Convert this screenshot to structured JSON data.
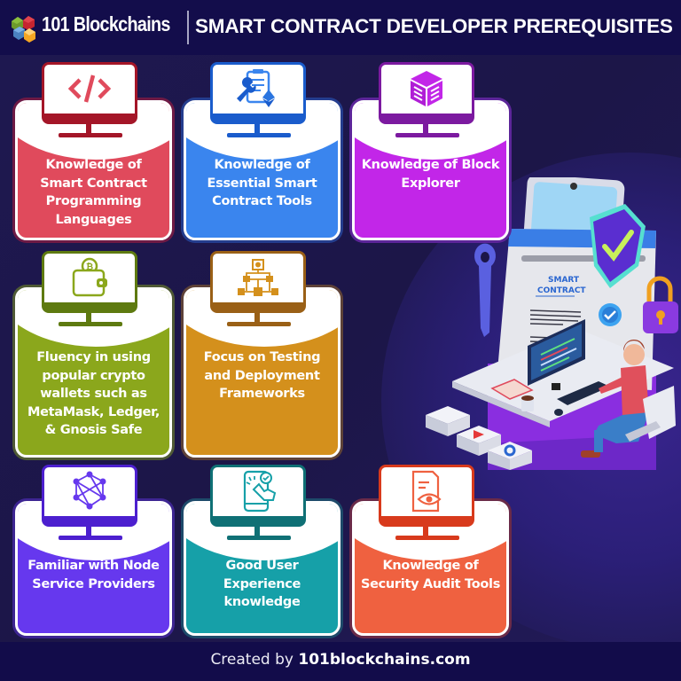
{
  "header": {
    "brand": "101 Blockchains",
    "title": "SMART CONTRACT DEVELOPER PREREQUISITES",
    "logo_colors": [
      "#6c9a2c",
      "#c62530",
      "#4a82c0",
      "#f5a623"
    ]
  },
  "cards": [
    {
      "text": "Knowledge of Smart Contract Programming Languages",
      "icon": "code-icon",
      "fill": "#e04a5c",
      "dark": "#a41628",
      "outer": "#6e1a45"
    },
    {
      "text": "Knowledge of Essential Smart Contract Tools",
      "icon": "tools-ethereum-icon",
      "fill": "#3a85ee",
      "dark": "#1a5ccc",
      "outer": "#243d8e"
    },
    {
      "text": "Knowledge of Block Explorer",
      "icon": "block-cube-icon",
      "fill": "#c226e8",
      "dark": "#7c1aa0",
      "outer": "#5c2599"
    },
    {
      "text": "Fluency in using popular crypto wallets such as MetaMask, Ledger, & Gnosis Safe",
      "icon": "bitcoin-wallet-icon",
      "fill": "#8ba71c",
      "dark": "#5e7a10",
      "outer": "#4f5a35"
    },
    {
      "text": "Focus on Testing and Deployment Frameworks",
      "icon": "framework-flowchart-icon",
      "fill": "#d4901c",
      "dark": "#9a6016",
      "outer": "#5e4238"
    },
    {
      "text": "Familiar with Node Service Providers",
      "icon": "node-network-icon",
      "fill": "#6638ee",
      "dark": "#4c1fcf",
      "outer": "#3d2592"
    },
    {
      "text": "Good User Experience knowledge",
      "icon": "touch-phone-icon",
      "fill": "#16a0a8",
      "dark": "#0f7075",
      "outer": "#1d4a6a"
    },
    {
      "text": "Knowledge of Security Audit Tools",
      "icon": "audit-eye-icon",
      "fill": "#ef6140",
      "dark": "#d83a1c",
      "outer": "#6a2a48"
    }
  ],
  "illustration": {
    "document_title_line1": "SMART",
    "document_title_line2": "CONTRACT"
  },
  "footer": {
    "prefix": "Created by ",
    "site": "101blockchains.com"
  }
}
